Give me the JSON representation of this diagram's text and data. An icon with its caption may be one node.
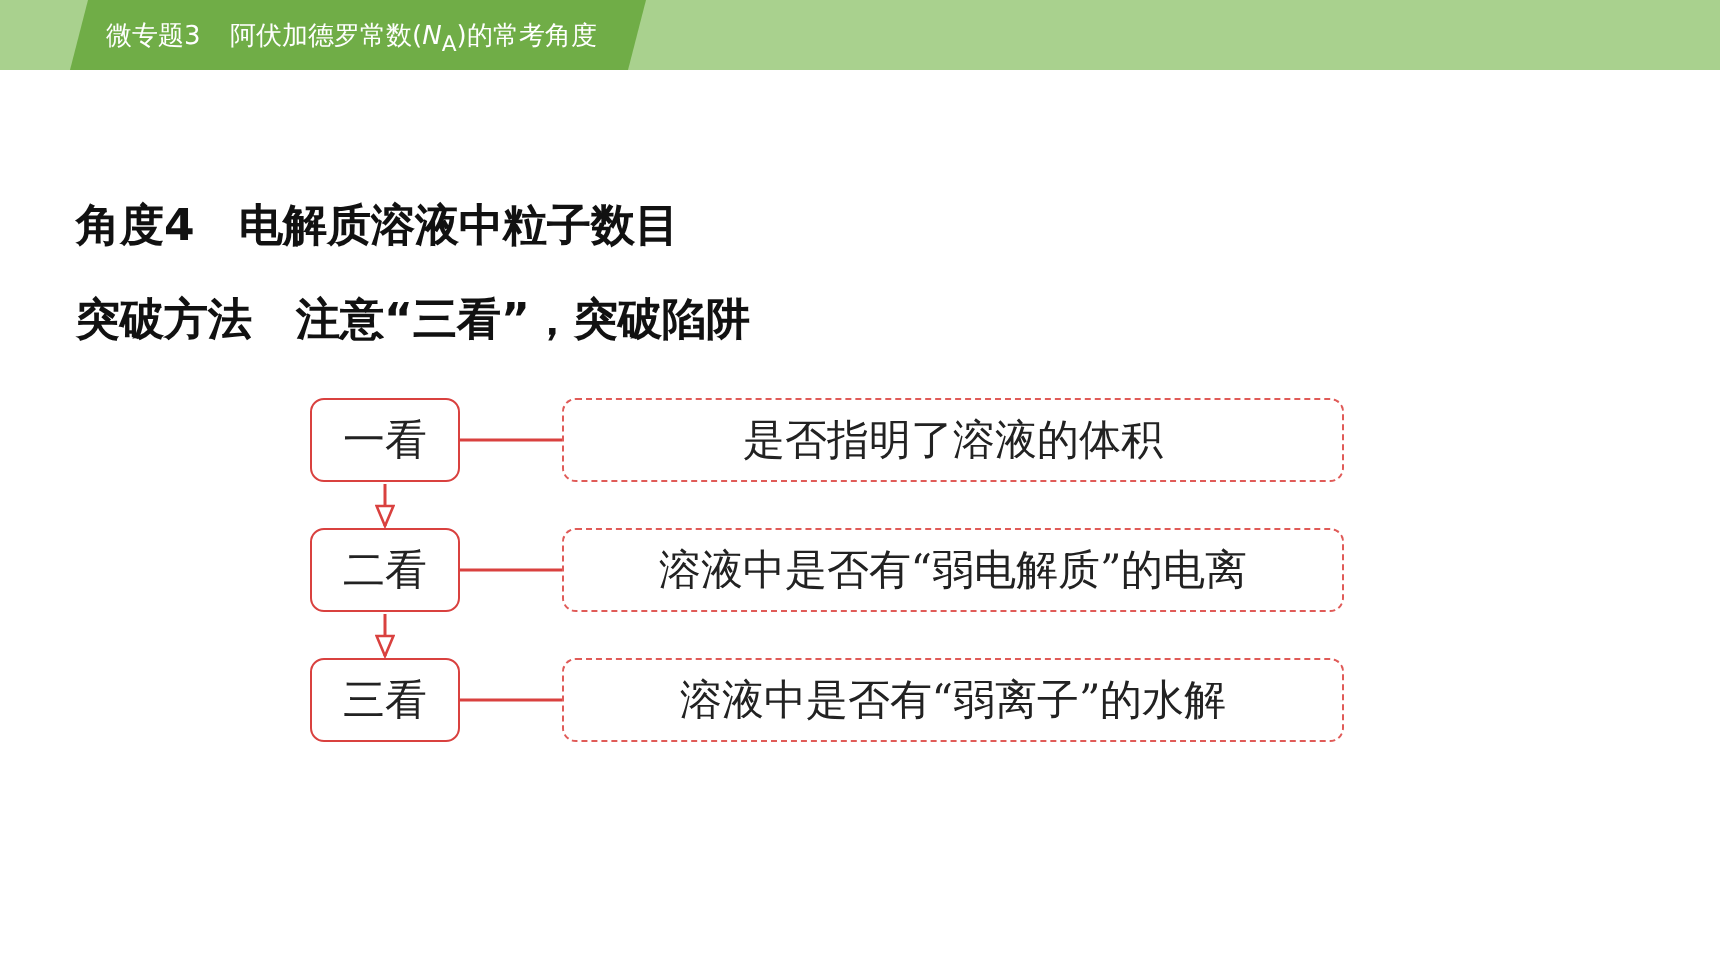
{
  "diagram": {
    "nodes": [
      {
        "text": [
          "一看"
        ]
      },
      {
        "text": [
          "是否指明了溶液的体积"
        ]
      },
      {
        "text": [
          "二看"
        ]
      },
      {
        "text": [
          "溶液中是否有“弱电解质”的电离"
        ]
      },
      {
        "text": [
          "三看"
        ]
      },
      {
        "text": [
          "溶液中是否有“弱离子”的水解"
        ]
      }
    ],
    "edges": [
      {
        "from": 0,
        "to": 1,
        "arrow": "none"
      },
      {
        "from": 0,
        "to": 2,
        "arrow": "to"
      },
      {
        "from": 2,
        "to": 3,
        "arrow": "none"
      },
      {
        "from": 2,
        "to": 4,
        "arrow": "to"
      },
      {
        "from": 4,
        "to": 5,
        "arrow": "none"
      }
    ],
    "labels": [
      "微专题3",
      "阿伏加德罗常数(*N*$_{A}$)的常考角度",
      "角度4　电解质溶液中粒子数目",
      "突破方法　注意“三看”，突破陷阱"
    ]
  }
}
